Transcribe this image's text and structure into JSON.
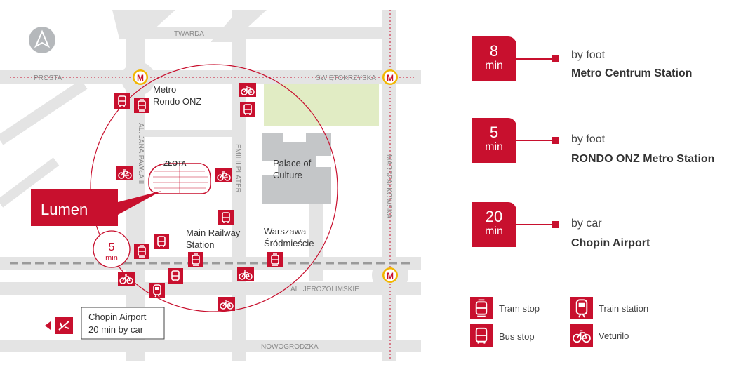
{
  "map": {
    "streets": {
      "twarda": "TWARDA",
      "prosta": "PROSTA",
      "swietokrzyska": "ŚWIĘTOKRZYSKA",
      "jana_pawla": "AL. JANA PAWŁA II",
      "emilii_plater": "EMILII PLATER",
      "marszalkowska": "MARSZAŁKOWSKA",
      "jerozolimskie": "AL. JEROZOLIMSKIE",
      "nowogrodzka": "NOWOGRODZKA"
    },
    "places": {
      "metro_rondo_line1": "Metro",
      "metro_rondo_line2": "Rondo ONZ",
      "palace_line1": "Palace of",
      "palace_line2": "Culture",
      "zlota": "ZŁOTA",
      "railway_line1": "Main Railway",
      "railway_line2": "Station",
      "srodmiescie_line1": "Warszawa",
      "srodmiescie_line2": "Śródmieście"
    },
    "metro_symbol": "M",
    "lumen_label": "Lumen",
    "radius_badge": {
      "value": "5",
      "unit": "min"
    },
    "airport_box": {
      "line1": "Chopin Airport",
      "line2": "20 min by car"
    },
    "colors": {
      "brand_red": "#c8102e",
      "metro_yellow": "#f2b600",
      "park_green": "#e1ecc4",
      "building_gray": "#c4c6c8"
    }
  },
  "distances": [
    {
      "value": "8",
      "unit": "min",
      "mode": "by foot",
      "destination": "Metro Centrum Station"
    },
    {
      "value": "5",
      "unit": "min",
      "mode": "by foot",
      "destination": "RONDO ONZ Metro Station"
    },
    {
      "value": "20",
      "unit": "min",
      "mode": "by car",
      "destination": "Chopin Airport"
    }
  ],
  "legend": [
    {
      "icon": "tram-icon",
      "label": "Tram stop"
    },
    {
      "icon": "train-icon",
      "label": "Train station"
    },
    {
      "icon": "bus-icon",
      "label": "Bus stop"
    },
    {
      "icon": "bike-icon",
      "label": "Veturilo"
    }
  ]
}
